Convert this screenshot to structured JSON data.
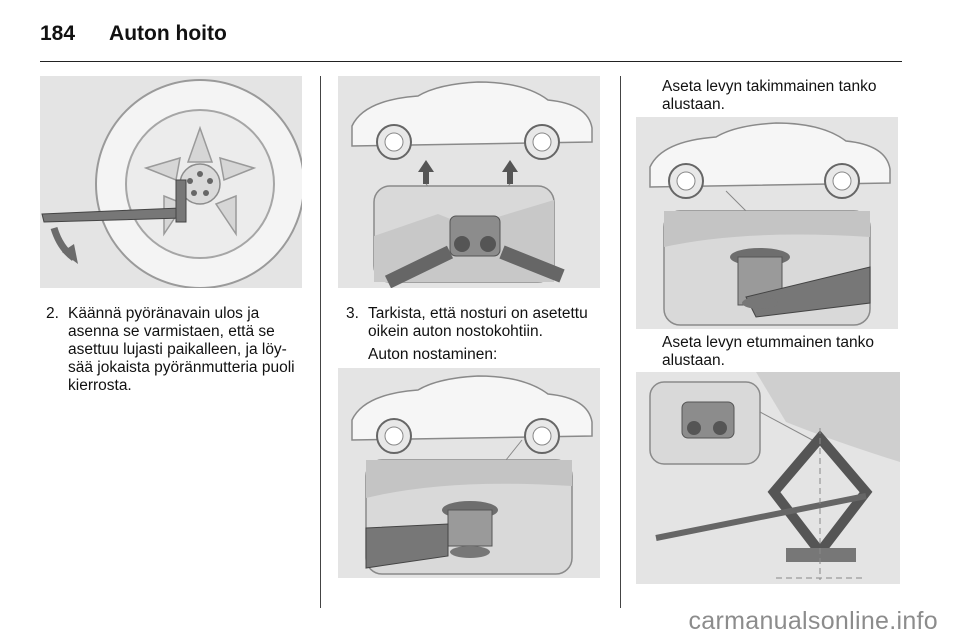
{
  "header": {
    "page_number": "184",
    "section_title": "Auton hoito"
  },
  "column1": {
    "step_number": "2.",
    "step_text": "Käännä pyöränavain ulos ja\nasenna se varmistaen, että se\nasettuu lujasti paikalleen, ja löy-\nsää jokaista pyöränmutteria puoli\nkierrosta."
  },
  "column2": {
    "step_number": "3.",
    "step_text": "Tarkista, että nosturi on asetettu\noikein auton nostokohtiin.",
    "subheading": "Auton nostaminen:"
  },
  "column3": {
    "text_top": "Aseta levyn takimmainen tanko\nalustaan.",
    "text_middle": "Aseta levyn etummainen tanko\nalustaan."
  },
  "watermark": "carmanualsonline.info",
  "colors": {
    "figure_background": "#e4e4e4",
    "text": "#111111",
    "watermark": "#8c8c8c"
  }
}
